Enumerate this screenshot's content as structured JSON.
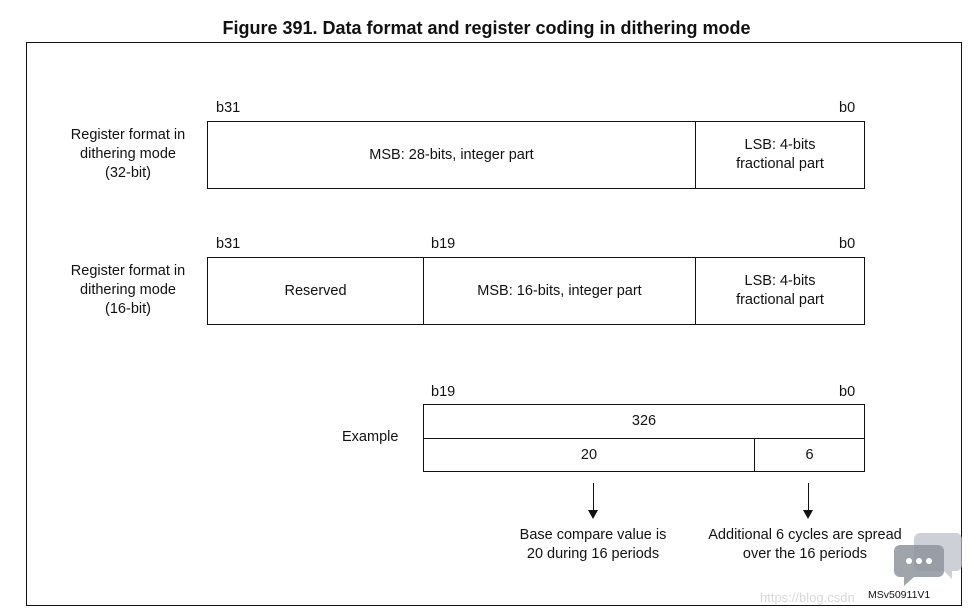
{
  "title": "Figure 391. Data format and register coding in dithering mode",
  "row32": {
    "label_lines": [
      "Register format in",
      "dithering mode",
      "(32-bit)"
    ],
    "bit_left": "b31",
    "bit_right": "b0",
    "msb": "MSB: 28-bits, integer part",
    "lsb_lines": [
      "LSB: 4-bits",
      "fractional part"
    ]
  },
  "row16": {
    "label_lines": [
      "Register format in",
      "dithering mode",
      "(16-bit)"
    ],
    "bit_left": "b31",
    "bit_mid": "b19",
    "bit_right": "b0",
    "reserved": "Reserved",
    "msb": "MSB: 16-bits, integer part",
    "lsb_lines": [
      "LSB: 4-bits",
      "fractional part"
    ]
  },
  "example": {
    "label": "Example",
    "bit_left": "b19",
    "bit_right": "b0",
    "total": "326",
    "integer": "20",
    "fraction": "6",
    "note_left_lines": [
      "Base compare value is",
      "20 during 16 periods"
    ],
    "note_right_lines": [
      "Additional 6 cycles are spread",
      "over the 16 periods"
    ]
  },
  "reference": "MSv50911V1",
  "watermark": "https://blog.csdn"
}
